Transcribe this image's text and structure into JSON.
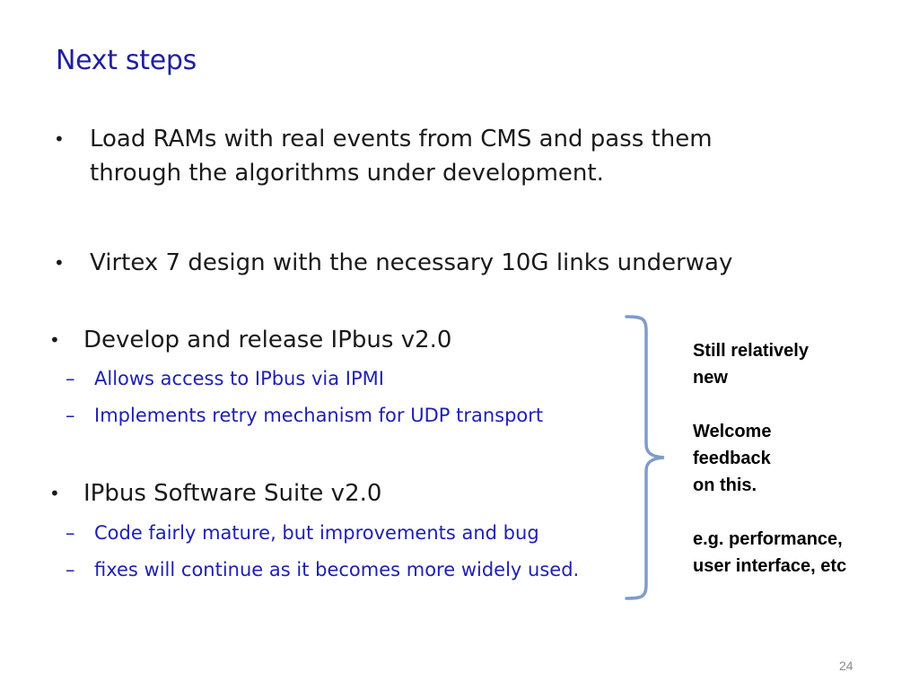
{
  "slide": {
    "title": "Next steps",
    "bullets": [
      {
        "lines": [
          "Load RAMs with real events from CMS and pass them",
          "through the algorithms under development."
        ]
      },
      {
        "lines": [
          "Virtex 7 design with the necessary 10G links underway"
        ]
      },
      {
        "lines": [
          "Develop and release IPbus v2.0"
        ]
      },
      {
        "lines": [
          "IPbus  Software Suite v2.0"
        ]
      }
    ],
    "subitems": [
      "Allows access to IPbus via IPMI",
      "Implements retry mechanism for UDP transport",
      "Code fairly mature, but improvements and bug",
      "fixes will continue as it becomes more widely used."
    ],
    "bullet_symbol": "•",
    "dash_symbol": "–",
    "note_lines": [
      "Still relatively",
      "new",
      "",
      "Welcome",
      "feedback",
      "on this.",
      "",
      "e.g. performance,",
      "user interface, etc"
    ],
    "page_number": "24",
    "colors": {
      "title": "#1f1f9e",
      "subitems": "#1f1fb0",
      "brace": "#7f9cc9"
    }
  }
}
